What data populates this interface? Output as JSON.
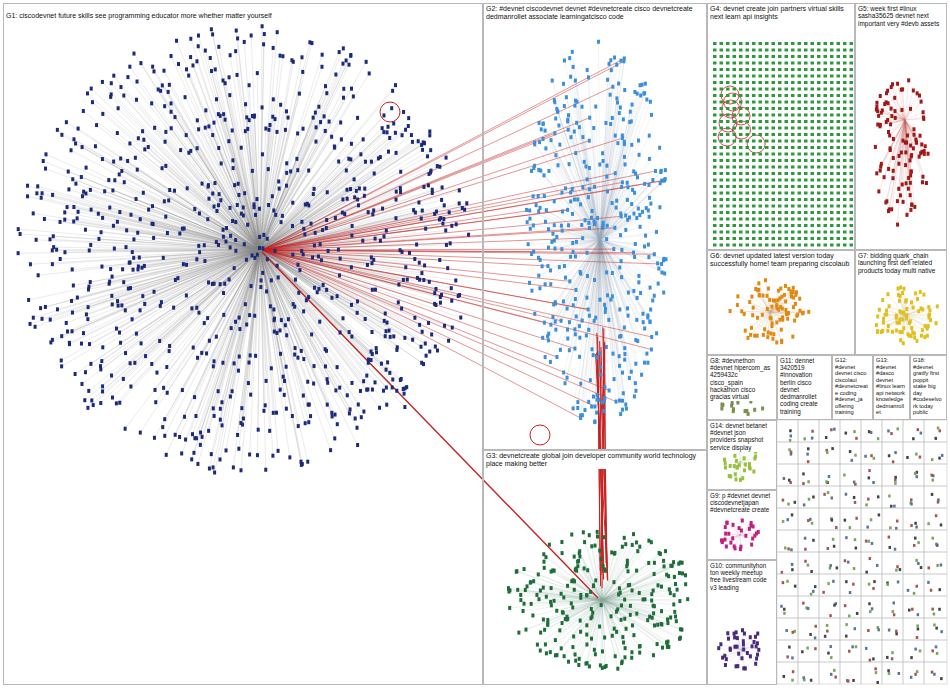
{
  "diagram": {
    "nodes": [
      {
        "text": [
          "G1: ciscodevnet future skills see programming educator more whether matter yourself"
        ]
      },
      {
        "text": [
          "G2: #devnet ciscodevnet devnet #devnetcreate cisco devnetcreate dedmanrollet associate learningatcisco code"
        ]
      },
      {
        "text": [
          "G3: devnetcreate global join developer community world technology place making better"
        ]
      },
      {
        "text": [
          "G4: devnet create join partners virtual skills next learn api insights"
        ]
      },
      {
        "text": [
          "G5: week first #linux sasha35625 devnet next important very #devb assets"
        ]
      },
      {
        "text": [
          "G6: devnet updated latest version today successfully home! team preparing ciscolaub"
        ]
      },
      {
        "text": [
          "G7: bidding quark_chain launching first defi related products today multi native"
        ]
      },
      {
        "text": [
          "G8: #devnethon #devnet hipercom_as 4259432c cisco_spain hackathon cisco gracias virtual"
        ]
      },
      {
        "text": [
          "G11: dennet 3420519 #innovation berlin cisco devnet dedmanrollet coding create training"
        ]
      },
      {
        "text": [
          "G12: #devnet devnet cisco ciscolaui #devnetcreate coding #devnet_ja offering training"
        ]
      },
      {
        "text": [
          "G13: #devnet #dasco devnet #linux learn api network knowledge dedmanrollet"
        ]
      },
      {
        "text": [
          "G18: #devnet gratify first poppit stake big day #codeselvork today public"
        ]
      },
      {
        "text": [
          "G14: devnet betanet #devnet json providers snapshot service display"
        ]
      },
      {
        "text": [
          "G9: p #devnet devnet ciscodevnetjapan #devnetcreate create"
        ]
      },
      {
        "text": [
          "G10: communityhon ton weekly meetup free livestream code v3 leading"
        ]
      }
    ]
  }
}
